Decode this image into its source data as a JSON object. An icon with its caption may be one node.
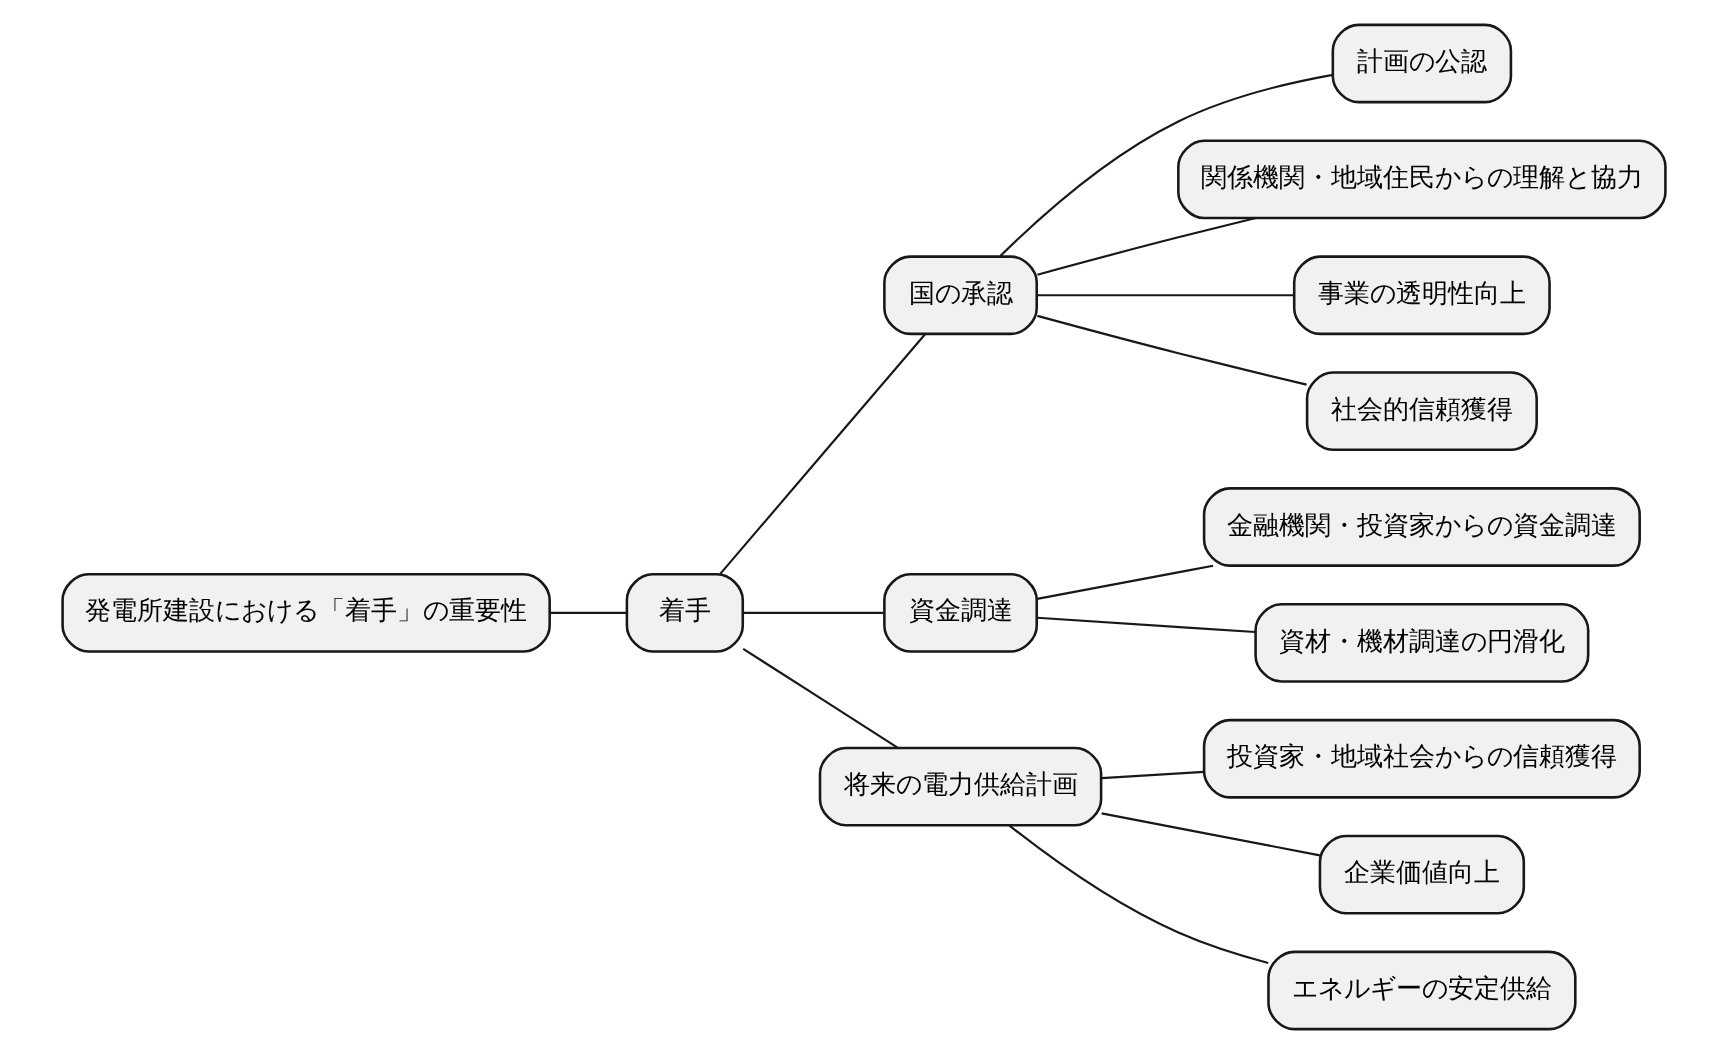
{
  "diagram": {
    "nodes": [
      {
        "text": [
          "発電所建設における「着手」の重要性"
        ]
      },
      {
        "text": [
          "着手"
        ]
      },
      {
        "text": [
          "国の承認"
        ]
      },
      {
        "text": [
          "計画の公認"
        ]
      },
      {
        "text": [
          "関係機関・地域住民からの理解と協力"
        ]
      },
      {
        "text": [
          "事業の透明性向上"
        ]
      },
      {
        "text": [
          "社会的信頼獲得"
        ]
      },
      {
        "text": [
          "資金調達"
        ]
      },
      {
        "text": [
          "金融機関・投資家からの資金調達"
        ]
      },
      {
        "text": [
          "資材・機材調達の円滑化"
        ]
      },
      {
        "text": [
          "将来の電力供給計画"
        ]
      },
      {
        "text": [
          "投資家・地域社会からの信頼獲得"
        ]
      },
      {
        "text": [
          "企業価値向上"
        ]
      },
      {
        "text": [
          "エネルギーの安定供給"
        ]
      }
    ],
    "edges": [
      {
        "from": 0,
        "to": 1,
        "arrow": "none"
      },
      {
        "from": 1,
        "to": 2,
        "arrow": "none"
      },
      {
        "from": 2,
        "to": 3,
        "arrow": "none"
      },
      {
        "from": 2,
        "to": 4,
        "arrow": "none"
      },
      {
        "from": 2,
        "to": 5,
        "arrow": "none"
      },
      {
        "from": 2,
        "to": 6,
        "arrow": "none"
      },
      {
        "from": 1,
        "to": 7,
        "arrow": "none"
      },
      {
        "from": 7,
        "to": 8,
        "arrow": "none"
      },
      {
        "from": 7,
        "to": 9,
        "arrow": "none"
      },
      {
        "from": 1,
        "to": 10,
        "arrow": "none"
      },
      {
        "from": 10,
        "to": 11,
        "arrow": "none"
      },
      {
        "from": 10,
        "to": 12,
        "arrow": "none"
      },
      {
        "from": 10,
        "to": 13,
        "arrow": "none"
      }
    ]
  }
}
